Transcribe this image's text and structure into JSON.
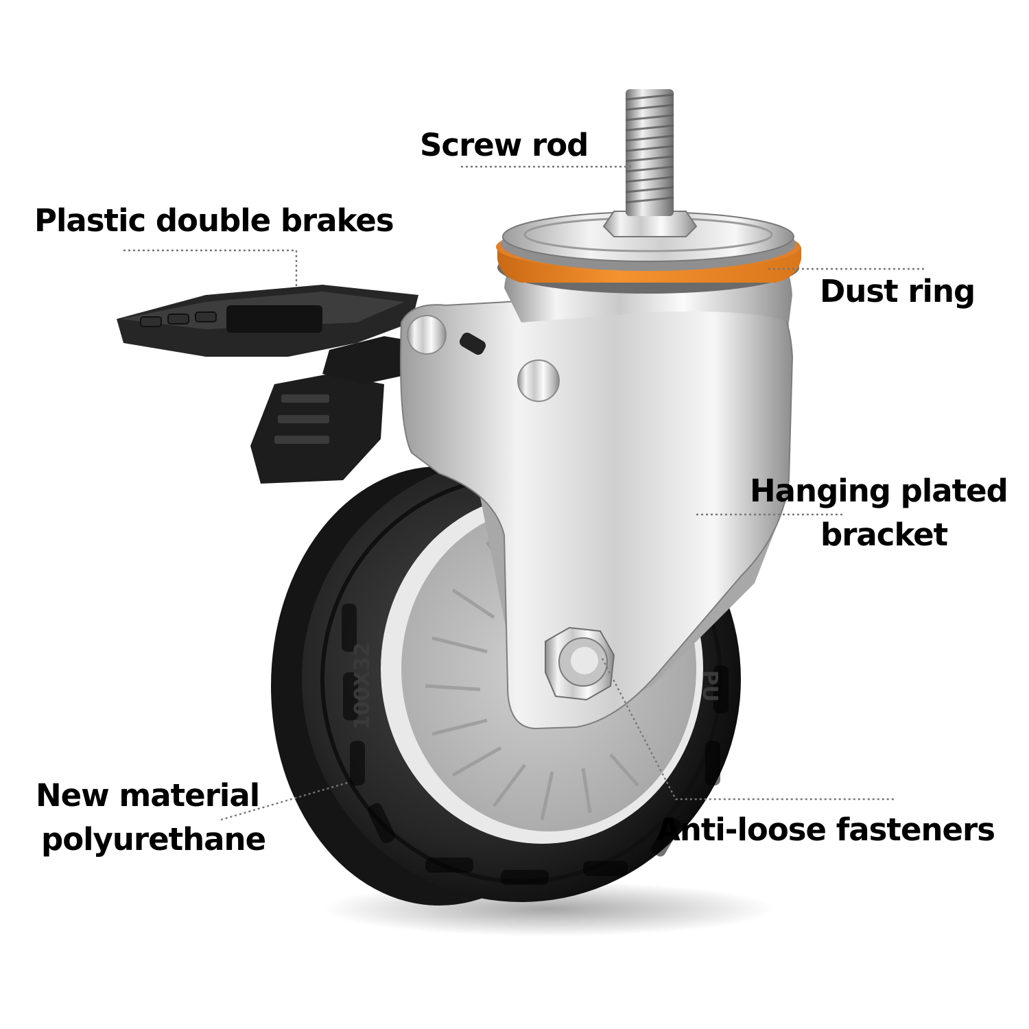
{
  "image": {
    "subject": "swivel caster wheel with brake",
    "labels": [
      {
        "id": "screw-rod",
        "lines": [
          "Screw rod"
        ]
      },
      {
        "id": "plastic-double-brakes",
        "lines": [
          "Plastic double brakes"
        ]
      },
      {
        "id": "dust-ring",
        "lines": [
          "Dust ring"
        ]
      },
      {
        "id": "hanging-plated-bracket",
        "lines": [
          "Hanging plated",
          "bracket"
        ]
      },
      {
        "id": "new-material-polyurethane",
        "lines": [
          "New material",
          "polyurethane"
        ]
      },
      {
        "id": "anti-loose-fasteners",
        "lines": [
          "Anti-loose fasteners"
        ]
      }
    ],
    "wheel_marking": "100X32",
    "hub_marking": "PU",
    "colors": {
      "background": "#ffffff",
      "dust_ring": "#f08a2a",
      "tire": "#1e1e1e",
      "hub": "#b9b9b9",
      "chrome": "#d8d8d8",
      "brake": "#262626",
      "leader_line": "#777777"
    }
  }
}
